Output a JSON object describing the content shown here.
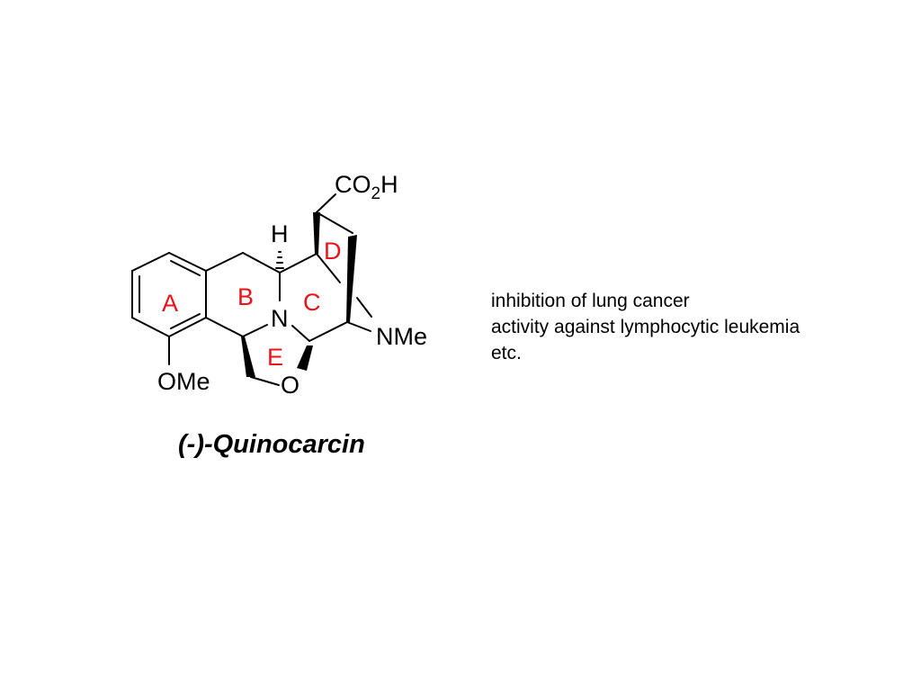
{
  "structure": {
    "atoms": {
      "co2h_prefix": "CO",
      "co2h_subscript": "2",
      "co2h_suffix": "H",
      "hydrogen": "H",
      "nitrogen": "N",
      "oxygen": "O",
      "nme": "NMe",
      "ome": "OMe"
    },
    "rings": {
      "a": "A",
      "b": "B",
      "c": "C",
      "d": "D",
      "e": "E"
    },
    "colors": {
      "ring_label": "#e8141a",
      "bond": "#000000"
    }
  },
  "compound_name": "(-)-Quinocarcin",
  "activities": [
    "inhibition of lung cancer",
    "activity against lymphocytic leukemia",
    "etc."
  ]
}
